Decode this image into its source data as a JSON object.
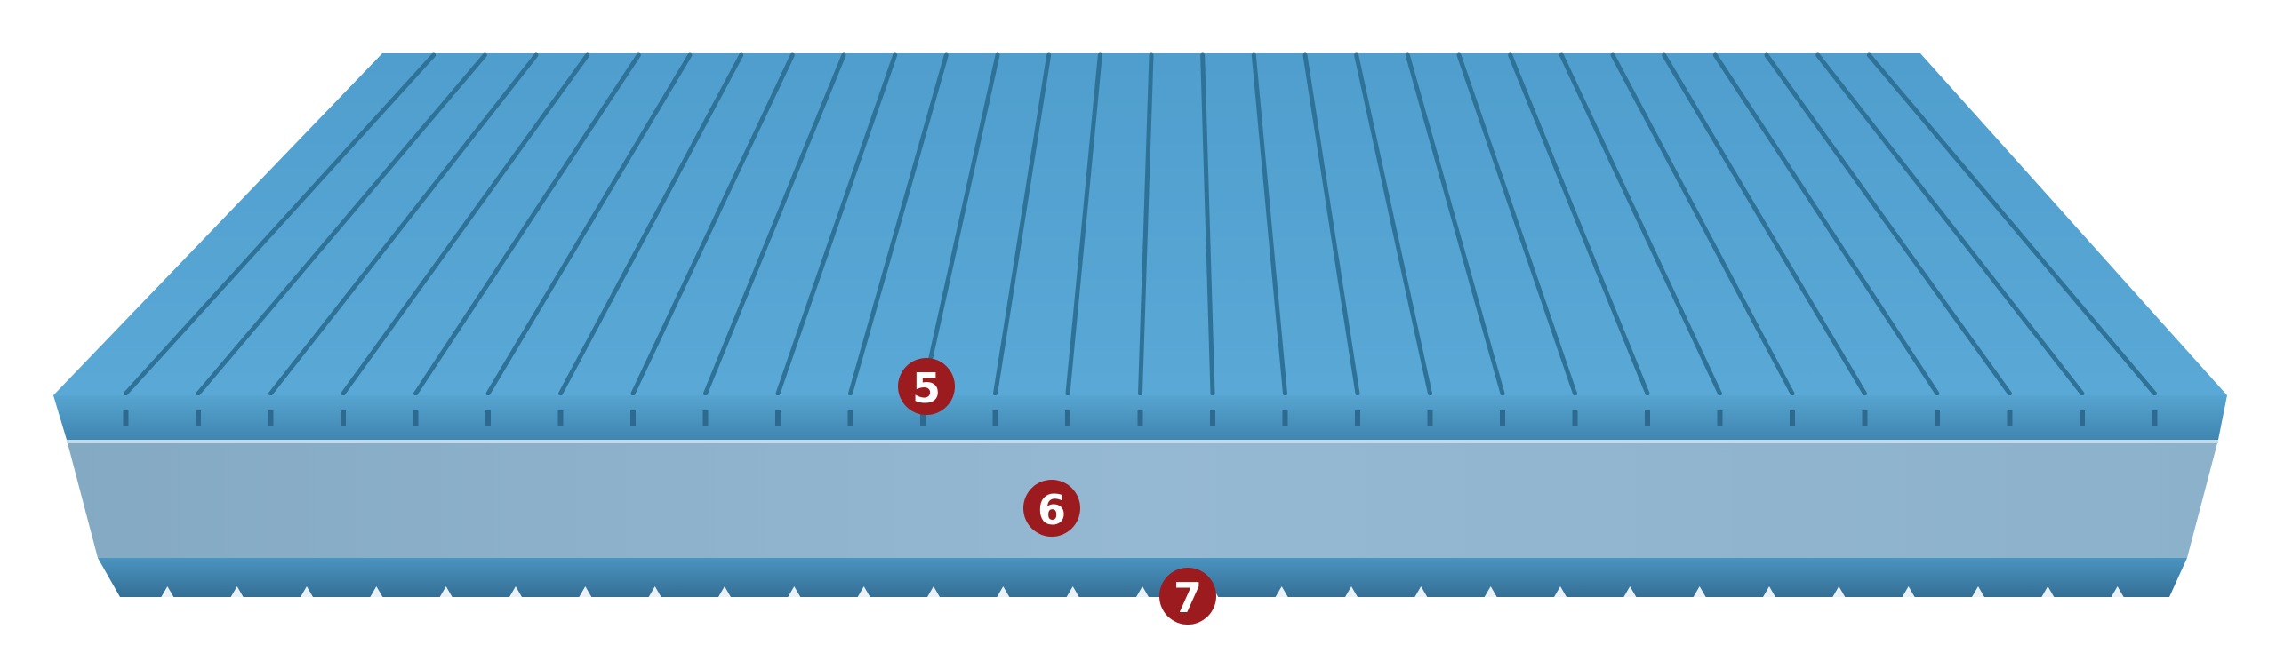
{
  "colors": {
    "top_surface": "#56a5d3",
    "top_surface_light": "#5fb0dd",
    "groove": "#2d6f94",
    "top_layer_front": "#4a93bf",
    "middle_layer": "#93b6cf",
    "bottom_layer": "#3f88b5",
    "marker_fill": "#9c1b1f",
    "marker_text": "#ffffff"
  },
  "markers": [
    {
      "id": "layer-top",
      "label": "5"
    },
    {
      "id": "layer-middle",
      "label": "6"
    },
    {
      "id": "layer-bottom",
      "label": "7"
    }
  ]
}
